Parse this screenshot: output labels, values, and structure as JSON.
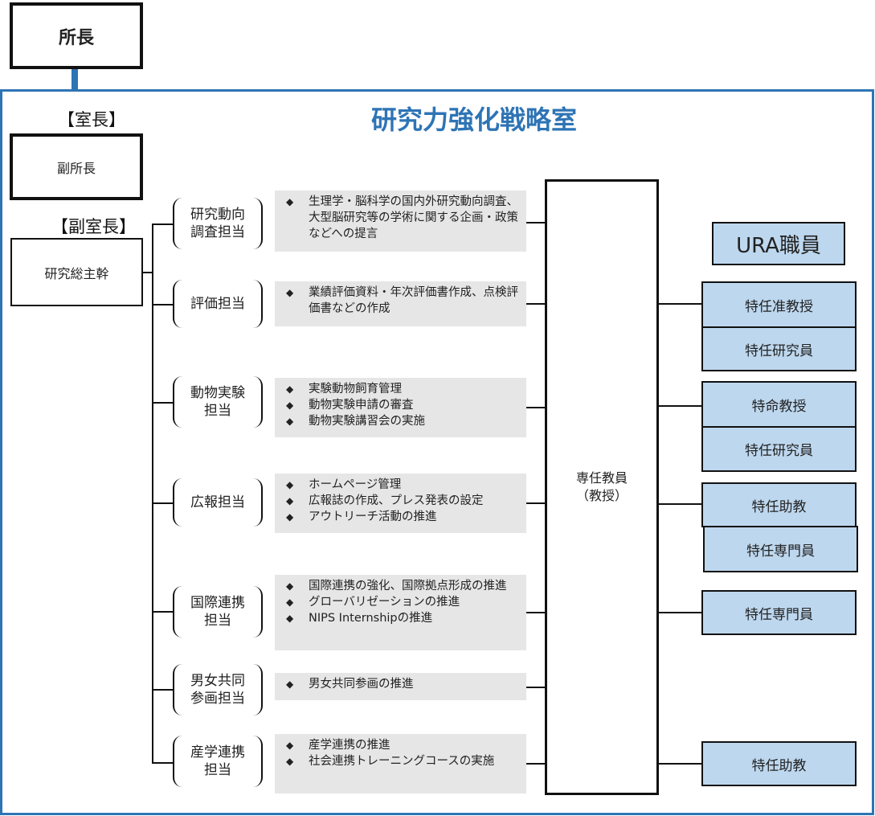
{
  "director": {
    "label": "所長"
  },
  "office": {
    "title": "研究力強化戦略室"
  },
  "head": {
    "bracket": "【室長】",
    "box": "副所長"
  },
  "deputy": {
    "bracket": "【副室長】",
    "box": "研究総主幹"
  },
  "duties": [
    {
      "name": "研究動向\n調査担当",
      "items": [
        "生理学・脳科学の国内外研究動向調査、 大型脳研究等の学術に関する企画・政策などへの提言"
      ]
    },
    {
      "name": "評価担当",
      "items": [
        "業績評価資料・年次評価書作成、点検評価書などの作成"
      ]
    },
    {
      "name": "動物実験\n担当",
      "items": [
        "実験動物飼育管理",
        "動物実験申請の審査",
        "動物実験講習会の実施"
      ]
    },
    {
      "name": "広報担当",
      "items": [
        "ホームページ管理",
        "広報誌の作成、プレス発表の設定",
        "アウトリーチ活動の推進"
      ]
    },
    {
      "name": "国際連携\n担当",
      "items": [
        "国際連携の強化、国際拠点形成の推進",
        "グローバリゼーションの推進",
        "NIPS Internshipの推進"
      ]
    },
    {
      "name": "男女共同\n参画担当",
      "items": [
        "男女共同参画の推進"
      ]
    },
    {
      "name": "産学連携\n担当",
      "items": [
        "産学連携の推進",
        "社会連携トレーニングコースの実施"
      ]
    }
  ],
  "bullet": "◆",
  "faculty": {
    "label": "専任教員\n（教授）"
  },
  "ura": {
    "title": "URA職員"
  },
  "staff": [
    "特任准教授",
    "特任研究員",
    "特命教授",
    "特任研究員",
    "特任助教",
    "特任専門員",
    "特任専門員",
    "特任助教"
  ],
  "colors": {
    "accent": "#2e74b5",
    "staff_fill": "#bdd7ee",
    "desc_fill": "#e7e6e6"
  }
}
